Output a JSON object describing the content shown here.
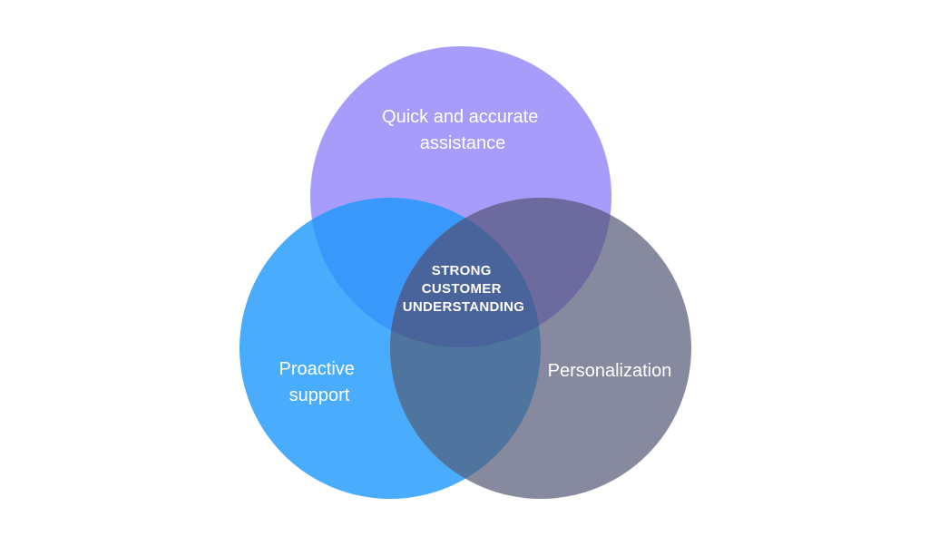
{
  "diagram": {
    "sets": [
      {
        "id": "top",
        "label_lines": [
          "Quick and accurate",
          "assistance"
        ],
        "color": "#a89cfb"
      },
      {
        "id": "left",
        "label_lines": [
          "Proactive",
          "support"
        ],
        "color": "#49acfd"
      },
      {
        "id": "right",
        "label_lines": [
          "Personalization"
        ],
        "color": "#878a9e"
      }
    ],
    "center": {
      "label_lines": [
        "STRONG",
        "CUSTOMER",
        "UNDERSTANDING"
      ]
    },
    "overlap_colors": {
      "top_left": "#3a98fa",
      "top_right": "#6d6a9f",
      "left_right": "#4f759e",
      "all": "#49649b"
    }
  }
}
